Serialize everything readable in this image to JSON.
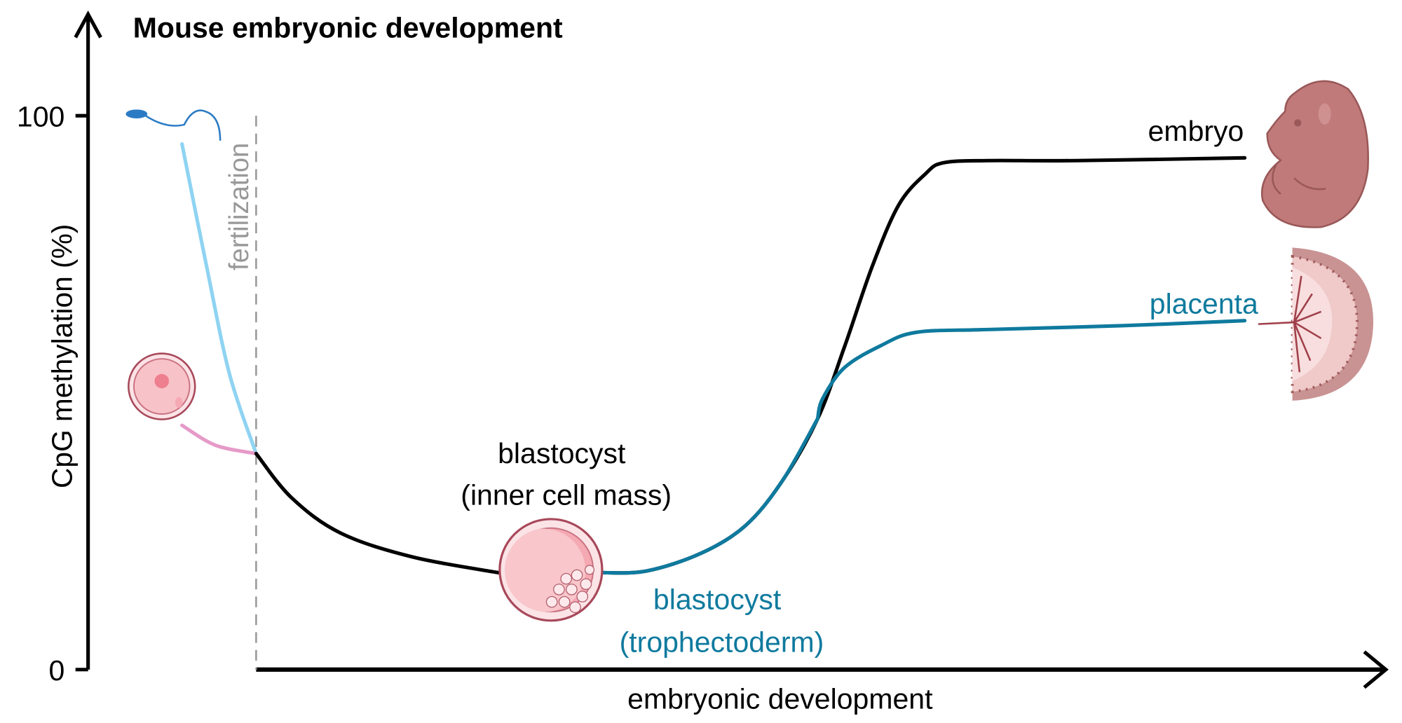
{
  "title": "Mouse embryonic development",
  "colors": {
    "black": "#000000",
    "teal": "#0f7a9e",
    "sperm_line": "#8fd3f2",
    "oocyte_line": "#e69ac8",
    "dashed": "#999999",
    "tissue": "#c07a7a"
  },
  "chart_data": {
    "type": "line",
    "title": "Mouse embryonic development",
    "xlabel": "embryonic development",
    "ylabel": "CpG methylation (%)",
    "yticks": [
      "0",
      "100"
    ],
    "ylim": [
      0,
      100
    ],
    "xlim": [
      -10,
      100
    ],
    "annotations": {
      "fertilization": "fertilization",
      "icm": [
        "blastocyst",
        "(inner cell mass)"
      ],
      "te": [
        "blastocyst",
        "(trophectoderm)"
      ],
      "embryo": "embryo",
      "placenta": "placenta"
    },
    "series": [
      {
        "name": "sperm",
        "color": "#8fd3f2",
        "points": [
          [
            -7.5,
            94.9
          ],
          [
            -5,
            72.7
          ],
          [
            -2.7,
            53.4
          ],
          [
            0,
            39
          ]
        ]
      },
      {
        "name": "oocyte",
        "color": "#e69ac8",
        "points": [
          [
            -7.5,
            44.1
          ],
          [
            -4.1,
            40.5
          ],
          [
            0,
            39
          ]
        ]
      },
      {
        "name": "inner-cell-mass",
        "color": "#000000",
        "points": [
          [
            0,
            39
          ],
          [
            3.6,
            31
          ],
          [
            8.6,
            24.6
          ],
          [
            15.9,
            20.3
          ],
          [
            24.5,
            17.5
          ]
        ]
      },
      {
        "name": "embryo",
        "color": "#000000",
        "points": [
          [
            35,
            17.5
          ],
          [
            39.5,
            17.8
          ],
          [
            45,
            21
          ],
          [
            49.5,
            26
          ],
          [
            53.2,
            34
          ],
          [
            56.8,
            45.3
          ],
          [
            59.5,
            58.2
          ],
          [
            62.3,
            72.7
          ],
          [
            65,
            83.9
          ],
          [
            67.7,
            89.5
          ],
          [
            69.5,
            91.5
          ],
          [
            74,
            91.9
          ],
          [
            83,
            91.9
          ],
          [
            100,
            92.4
          ]
        ]
      },
      {
        "name": "trophectoderm",
        "color": "#0f7a9e",
        "points": [
          [
            35,
            17.5
          ],
          [
            39.5,
            17.8
          ],
          [
            45,
            21
          ],
          [
            49.5,
            26
          ],
          [
            53.2,
            34
          ],
          [
            56.8,
            45.3
          ]
        ]
      },
      {
        "name": "placenta",
        "color": "#0f7a9e",
        "points": [
          [
            56.8,
            45.3
          ],
          [
            57.3,
            48.9
          ],
          [
            59.5,
            54.5
          ],
          [
            63.2,
            58.5
          ],
          [
            66.8,
            60.9
          ],
          [
            74,
            61.4
          ],
          [
            87.7,
            62.1
          ],
          [
            100,
            63
          ]
        ]
      }
    ]
  }
}
